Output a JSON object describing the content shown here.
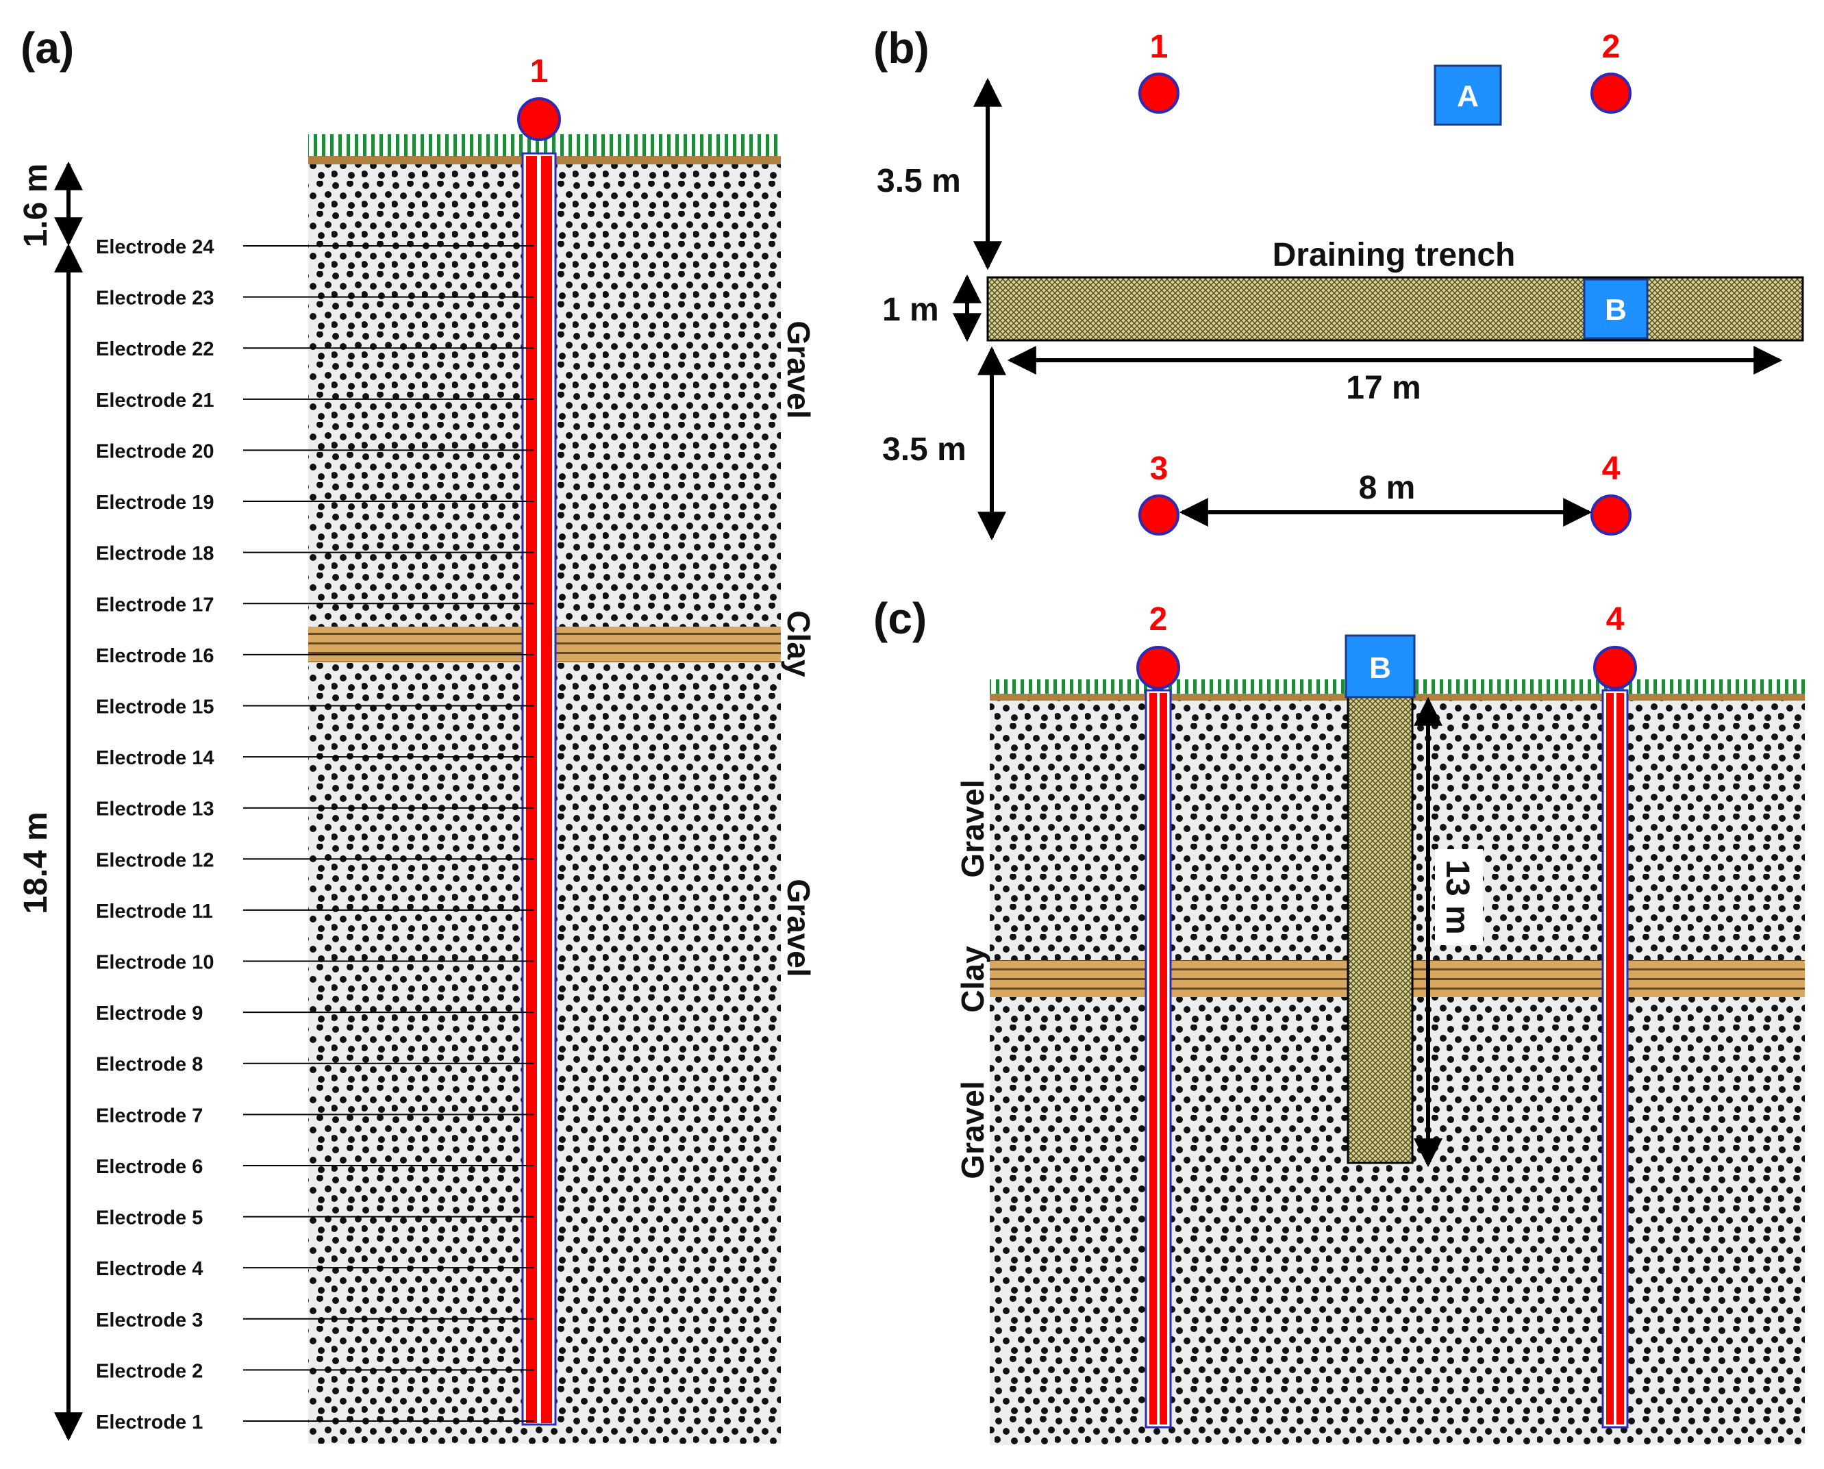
{
  "panels": {
    "a": {
      "label": "(a)",
      "borehole_number": "1",
      "depth_top": "1.6 m",
      "depth_main": "18.4 m",
      "layer_gravel_upper": "Gravel",
      "layer_clay": "Clay",
      "layer_gravel_lower": "Gravel",
      "electrodes": [
        "Electrode 24",
        "Electrode 23",
        "Electrode 22",
        "Electrode 21",
        "Electrode 20",
        "Electrode 19",
        "Electrode 18",
        "Electrode 17",
        "Electrode 16",
        "Electrode 15",
        "Electrode 14",
        "Electrode 13",
        "Electrode 12",
        "Electrode 11",
        "Electrode 10",
        "Electrode 9",
        "Electrode 8",
        "Electrode 7",
        "Electrode 6",
        "Electrode 5",
        "Electrode 4",
        "Electrode 3",
        "Electrode 2",
        "Electrode 1"
      ]
    },
    "b": {
      "label": "(b)",
      "borehole_1": "1",
      "borehole_2": "2",
      "borehole_3": "3",
      "borehole_4": "4",
      "box_a": "A",
      "box_b": "B",
      "trench_title": "Draining trench",
      "dim_top": "3.5 m",
      "dim_width": "1 m",
      "dim_length": "17 m",
      "dim_bottom": "3.5 m",
      "dim_spacing": "8 m"
    },
    "c": {
      "label": "(c)",
      "borehole_left": "2",
      "borehole_right": "4",
      "box_b": "B",
      "dim_depth": "13 m",
      "layer_gravel_upper": "Gravel",
      "layer_clay": "Clay",
      "layer_gravel_lower": "Gravel"
    }
  },
  "colors": {
    "borehole_red": "#ff0000",
    "borehole_outline": "#2b2bb8",
    "marker_blue": "#1e90ff",
    "grass": "#1f8a3a",
    "topsoil": "#b08040",
    "clay_light": "#d9a860",
    "clay_dark": "#6b4a1e",
    "gravel_bg": "#eeeeee",
    "trench_fill": "#d8cf88"
  }
}
